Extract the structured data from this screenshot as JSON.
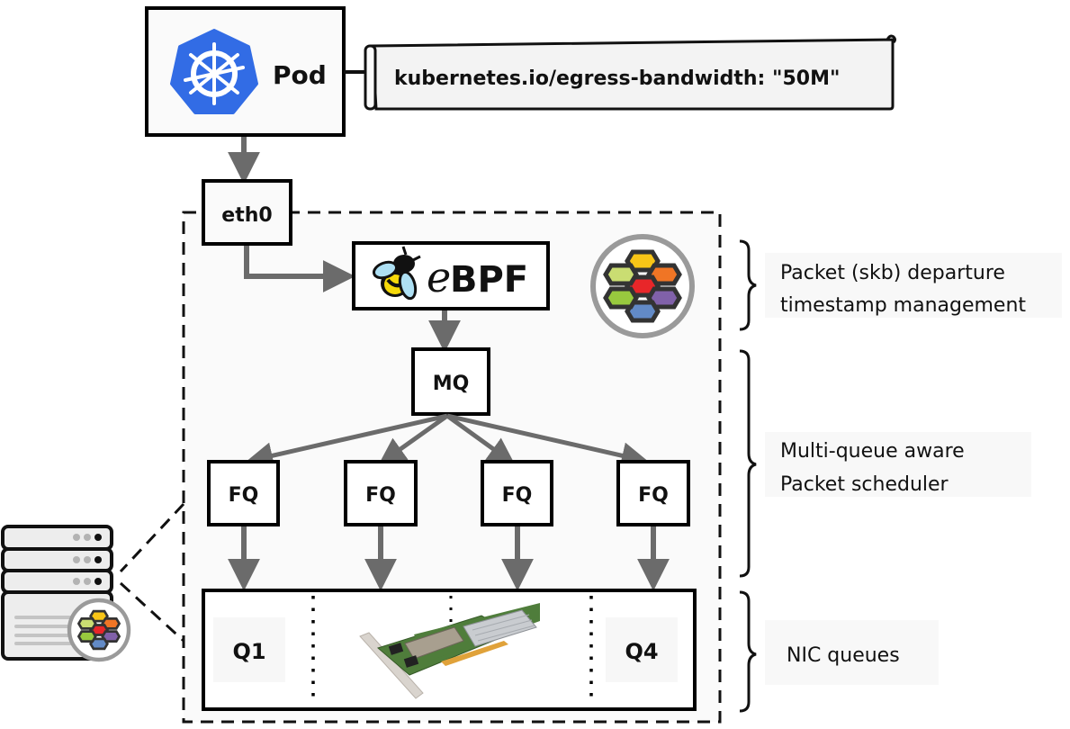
{
  "pod": {
    "label": "Pod",
    "icon": "kubernetes-helm-icon",
    "annotation": "kubernetes.io/egress-bandwidth: \"50M\""
  },
  "nodes": {
    "eth0": "eth0",
    "ebpf_e": "e",
    "ebpf_bpf": "BPF",
    "mq": "MQ",
    "fq": [
      "FQ",
      "FQ",
      "FQ",
      "FQ"
    ],
    "nic_queues": [
      "Q1",
      "Q4"
    ]
  },
  "side_labels": {
    "timestamp": [
      "Packet (skb) departure",
      "timestamp management"
    ],
    "scheduler": [
      "Multi-queue aware",
      "Packet scheduler"
    ],
    "nic": [
      "NIC queues"
    ]
  },
  "colors": {
    "kubernetes_blue": "#326ce5",
    "arrow_gray": "#6b6b6b",
    "box_stroke": "#000000",
    "cilium_hexes": [
      "#f8c517",
      "#f07525",
      "#e82629",
      "#8061a9",
      "#628ac6",
      "#98c93e",
      "#cadd72"
    ]
  }
}
